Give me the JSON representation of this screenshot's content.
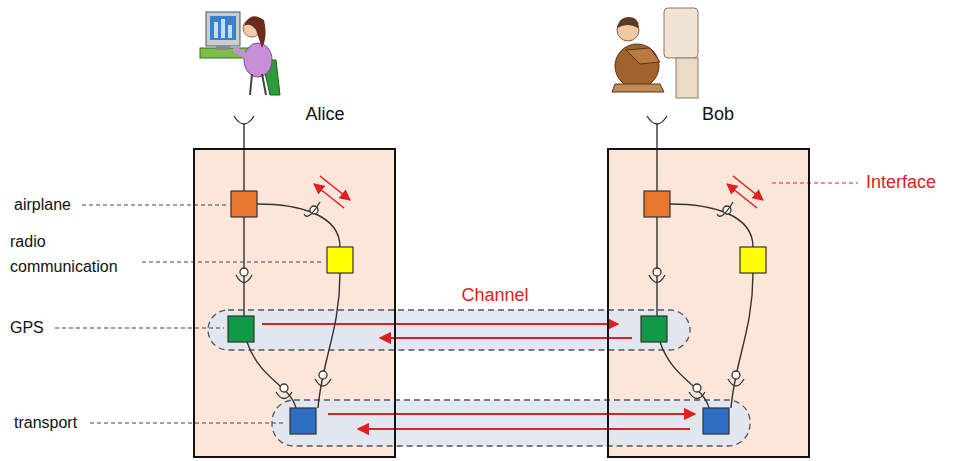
{
  "diagram": {
    "nodes": [
      {
        "text": [
          "Alice"
        ]
      },
      {
        "text": [
          "Bob"
        ]
      }
    ],
    "labels": [
      "airplane",
      "radio communication",
      "GPS",
      "transport",
      "Channel",
      "Interface"
    ]
  }
}
